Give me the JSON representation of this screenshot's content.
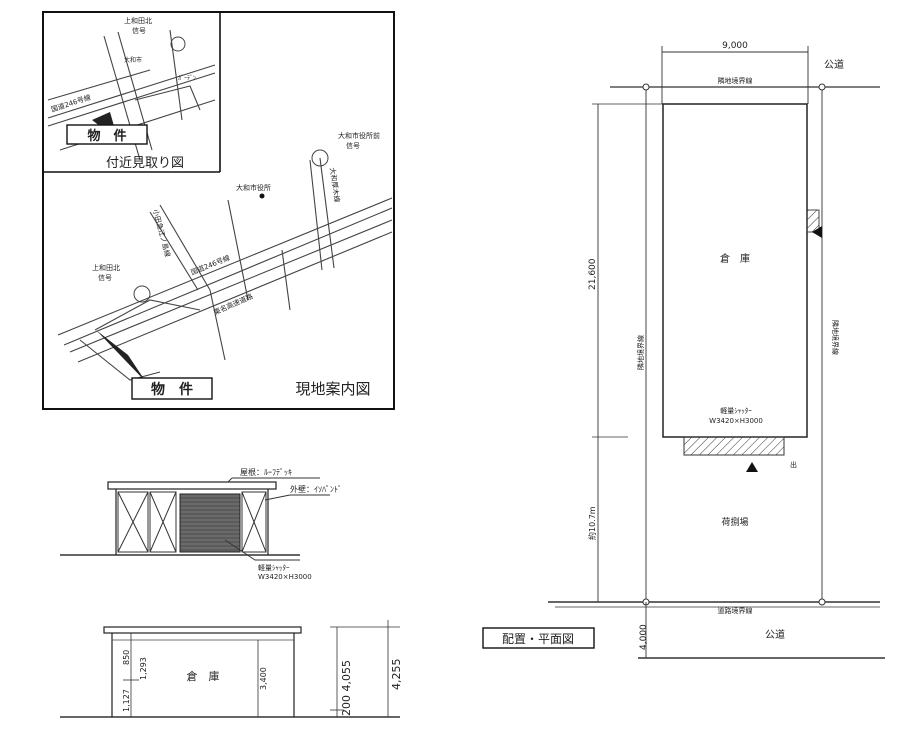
{
  "map": {
    "inset_property_label": "物　件",
    "inset_caption": "付近見取り図",
    "main_property_label": "物　件",
    "main_caption": "現地案内図",
    "labels": {
      "kamiwada_sign_top": "上和田北",
      "kamiwada_sign_top_sub": "信号",
      "sign_1": "大和市",
      "route_246_inset": "国道246号線",
      "garden": "ｶﾞｰﾃﾞﾝ",
      "yamato_office_sign": "大和市役所前",
      "yamato_office_sign_sub": "信号",
      "yamato_office": "大和市役所",
      "odakyu_line": "小田急江ノ島線",
      "yamato_street": "大和厚木線",
      "route_246": "国道246号線",
      "kamiwada_sign": "上和田北",
      "kamiwada_sign_sub": "信号",
      "east_line": "東名高速道路"
    }
  },
  "elevation": {
    "roof_note": "屋根：ﾙｰﾌﾃﾞｯｷ",
    "wall_note": "外壁：ｲｿﾊﾟﾝﾄﾞ",
    "shutter_note": "軽量ｼｬｯﾀｰ",
    "shutter_size": "W3420×H3000"
  },
  "section": {
    "room_label": "倉　庫",
    "dim_850": "850",
    "dim_1293": "1,293",
    "dim_1127": "1,127",
    "dim_3400": "3,400",
    "dim_4055": "200 4,055",
    "dim_4255": "4,255"
  },
  "plan": {
    "dim_width": "9,000",
    "dim_length": "21,600",
    "dim_lot": "約10.7m",
    "dim_road": "4,000",
    "public_road_top": "公道",
    "public_road_bottom": "公道",
    "boundary_top": "隣地境界線",
    "boundary_left": "隣地境界線",
    "boundary_right": "隣地境界線",
    "boundary_bottom": "道路境界線",
    "warehouse_label": "倉　庫",
    "loading_label": "荷捌場",
    "shutter_note": "軽量ｼｬｯﾀｰ",
    "shutter_size": "W3420×H3000",
    "entrance_mark": "出",
    "title": "配置・平面図"
  }
}
